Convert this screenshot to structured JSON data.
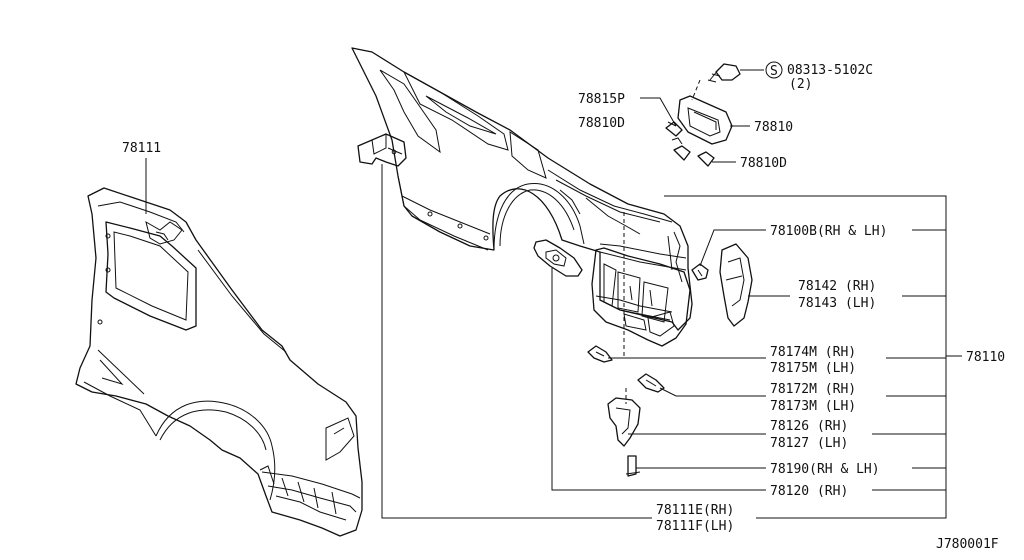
{
  "labels": {
    "part_78111": "78111",
    "bolt_code": "08313-5102C",
    "bolt_qty": "(2)",
    "bolt_symbol": "S",
    "p78815P": "78815P",
    "p78810D_left": "78810D",
    "p78810": "78810",
    "p78810D_right": "78810D",
    "p78100B": "78100B(RH & LH)",
    "p78142": "78142 (RH)",
    "p78143": "78143 (LH)",
    "p78110": "78110",
    "p78174M": "78174M (RH)",
    "p78175M": "78175M (LH)",
    "p78172M": "78172M (RH)",
    "p78173M": "78173M (LH)",
    "p78126": "78126 (RH)",
    "p78127": "78127 (LH)",
    "p78190": "78190(RH & LH)",
    "p78120": "78120 (RH)",
    "p78111E": "78111E(RH)",
    "p78111F": "78111F(LH)",
    "diagram_code": "J780001F"
  }
}
